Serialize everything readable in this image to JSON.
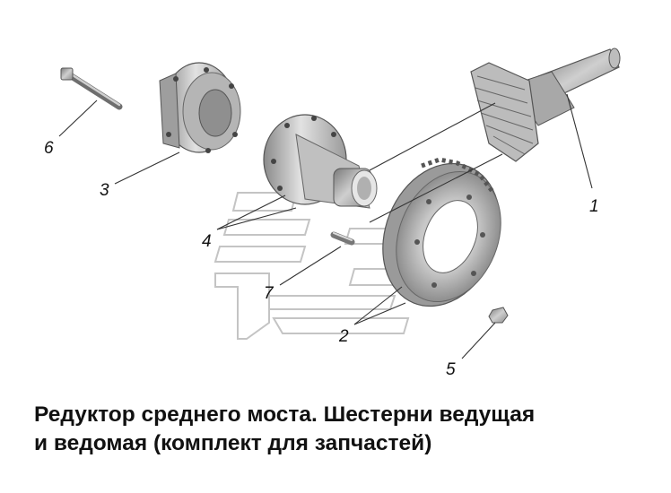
{
  "callouts": {
    "c1": "1",
    "c2": "2",
    "c3": "3",
    "c4": "4",
    "c5": "5",
    "c6": "6",
    "c7": "7"
  },
  "caption": {
    "line1": "Редуктор среднего моста. Шестерни ведущая",
    "line2": "и ведомая (комплект для запчастей)"
  }
}
